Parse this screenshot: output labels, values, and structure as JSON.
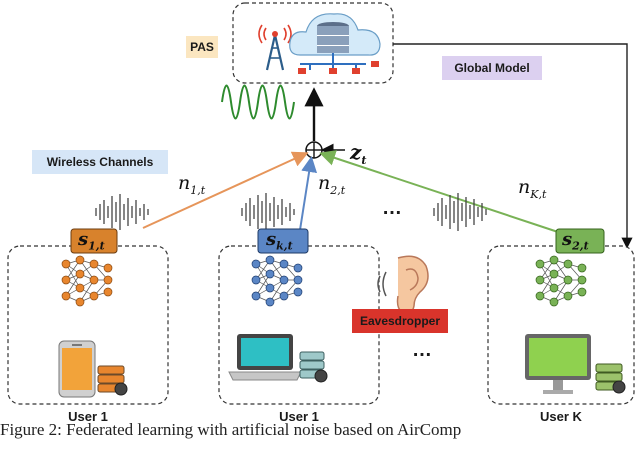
{
  "labels": {
    "pas": "PAS",
    "global_model": "Global Model",
    "wireless_channels": "Wireless Channels",
    "eavesdropper": "Eavesdropper",
    "user_left": "User 1",
    "user_middle": "User 1",
    "user_right": "User K",
    "dots_mid": "…",
    "dots_low": "…"
  },
  "math": {
    "z_base": "z",
    "z_sub": "t",
    "n1_base": "n",
    "n1_sub": "1,t",
    "n2_base": "n",
    "n2_sub": "2,t",
    "nk_base": "n",
    "nk_sub": "K,t",
    "s_left_base": "s",
    "s_left_sub": "1,t",
    "s_mid_base": "s",
    "s_mid_sub": "k,t",
    "s_right_base": "s",
    "s_right_sub": "2,t"
  },
  "caption": "Figure 2: Federated learning with artificial noise based on AirComp",
  "colors": {
    "pas_box": "#fbe6c0",
    "global_box": "#dcd0f0",
    "wireless_box": "#d6e6f7",
    "eaves_box": "#d9342b",
    "s_left": "#d8822c",
    "s_mid": "#5b86c5",
    "s_right": "#79b256",
    "arrow_orange": "#e6955a",
    "arrow_blue": "#5b86c5",
    "arrow_green": "#79b256",
    "wave_green": "#2e8b2e"
  }
}
